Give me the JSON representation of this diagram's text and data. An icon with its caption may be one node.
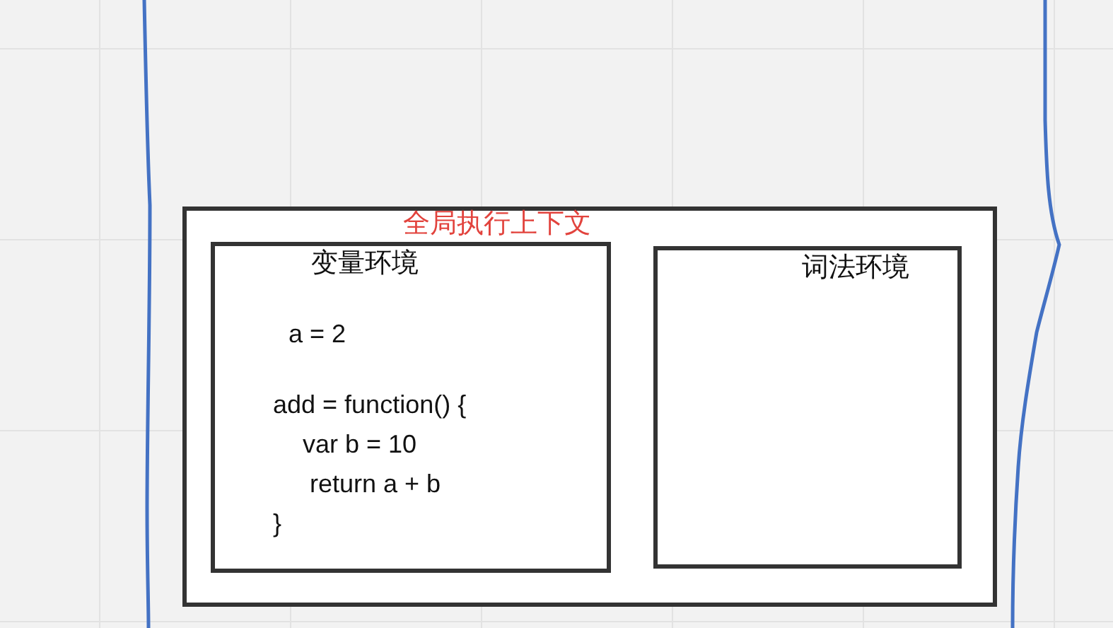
{
  "diagram": {
    "nodes": [
      {
        "text": [
          "全局执行上下文"
        ]
      },
      {
        "text": [
          "变量环境",
          "a = 2",
          "add = function() {",
          "var b = 10",
          "return a + b",
          "}"
        ],
        "in": 0
      },
      {
        "text": [
          "词法环境"
        ],
        "in": 0
      }
    ]
  }
}
